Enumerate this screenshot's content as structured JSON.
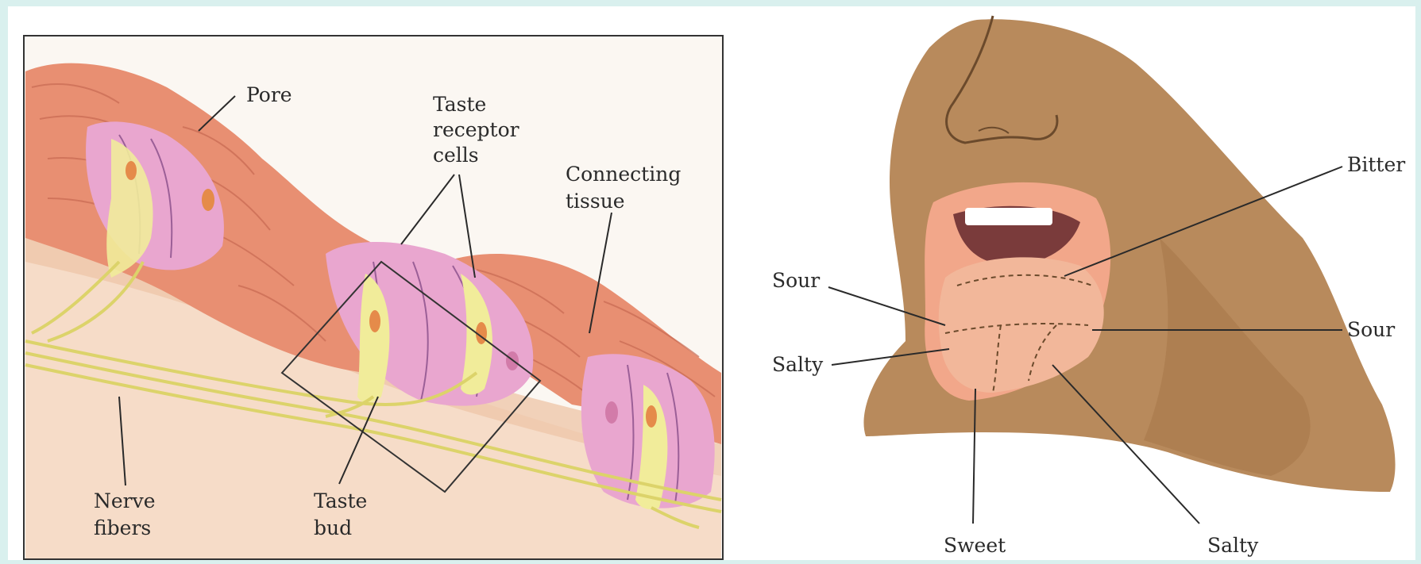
{
  "left_panel": {
    "labels": {
      "pore": "Pore",
      "taste_receptor_cells": [
        "Taste",
        "receptor",
        "cells"
      ],
      "connecting_tissue": [
        "Connecting",
        "tissue"
      ],
      "nerve_fibers": [
        "Nerve",
        "fibers"
      ],
      "taste_bud": [
        "Taste",
        "bud"
      ]
    }
  },
  "right_panel": {
    "labels": {
      "bitter": "Bitter",
      "sour_left": "Sour",
      "sour_right": "Sour",
      "salty_left": "Salty",
      "salty_bottom": "Salty",
      "sweet": "Sweet"
    }
  },
  "colors": {
    "background": "#d9f0ee",
    "tissue": "#e88f72",
    "cells": "#e9a6cf",
    "nerve": "#e8e07a",
    "skin": "#b88a5c",
    "tongue": "#f2b79a"
  }
}
